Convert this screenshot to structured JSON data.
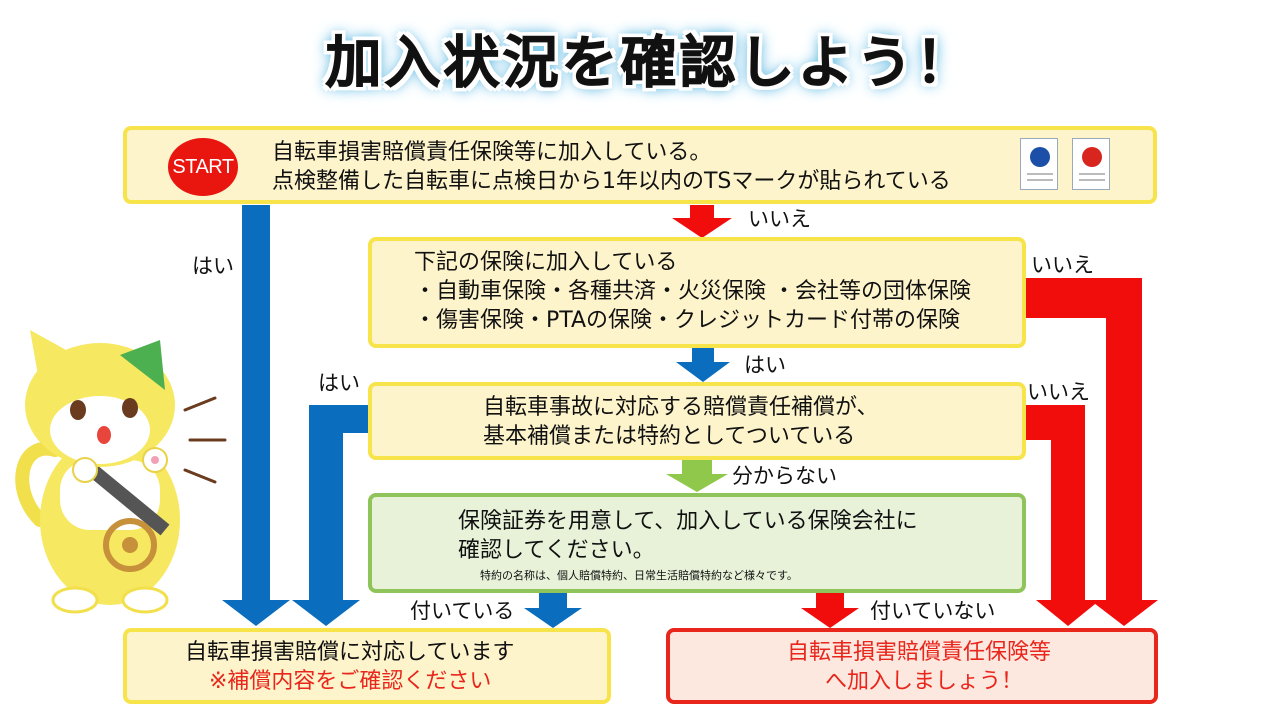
{
  "title": "加入状況を確認しよう！",
  "colors": {
    "blue": "#0b6dbd",
    "red": "#f20d0d",
    "green": "#8fc84a",
    "yellow": "#f7e34a"
  },
  "start_box": {
    "badge": "START",
    "line1": "自転車損害賠償責任保険等に加入している。",
    "line2": "点検整備した自転車に点検日から1年以内のTSマークが貼られている"
  },
  "box2": {
    "line1": "下記の保険に加入している",
    "line2": "・自動車保険・各種共済・火災保険 ・会社等の団体保険",
    "line3": "・傷害保険・PTAの保険・クレジットカード付帯の保険"
  },
  "box3": {
    "line1": "自転車事故に対応する賠償責任補償が、",
    "line2": "基本補償または特約としてついている"
  },
  "box4": {
    "line1": "保険証券を用意して、加入している保険会社に",
    "line2": "確認してください。",
    "note": "特約の名称は、個人賠償特約、日常生活賠償特約など様々です。"
  },
  "result_ok": {
    "line1": "自転車損害賠償に対応しています",
    "line2": "※補償内容をご確認ください"
  },
  "result_ng": {
    "line1": "自転車損害賠償責任保険等",
    "line2": "へ加入しましょう！"
  },
  "labels": {
    "yes_start": "はい",
    "no_start": "いいえ",
    "no_box2": "いいえ",
    "yes_box2": "はい",
    "yes_box3": "はい",
    "no_box3": "いいえ",
    "unknown_box3": "分からない",
    "attached": "付いている",
    "not_attached": "付いていない"
  }
}
